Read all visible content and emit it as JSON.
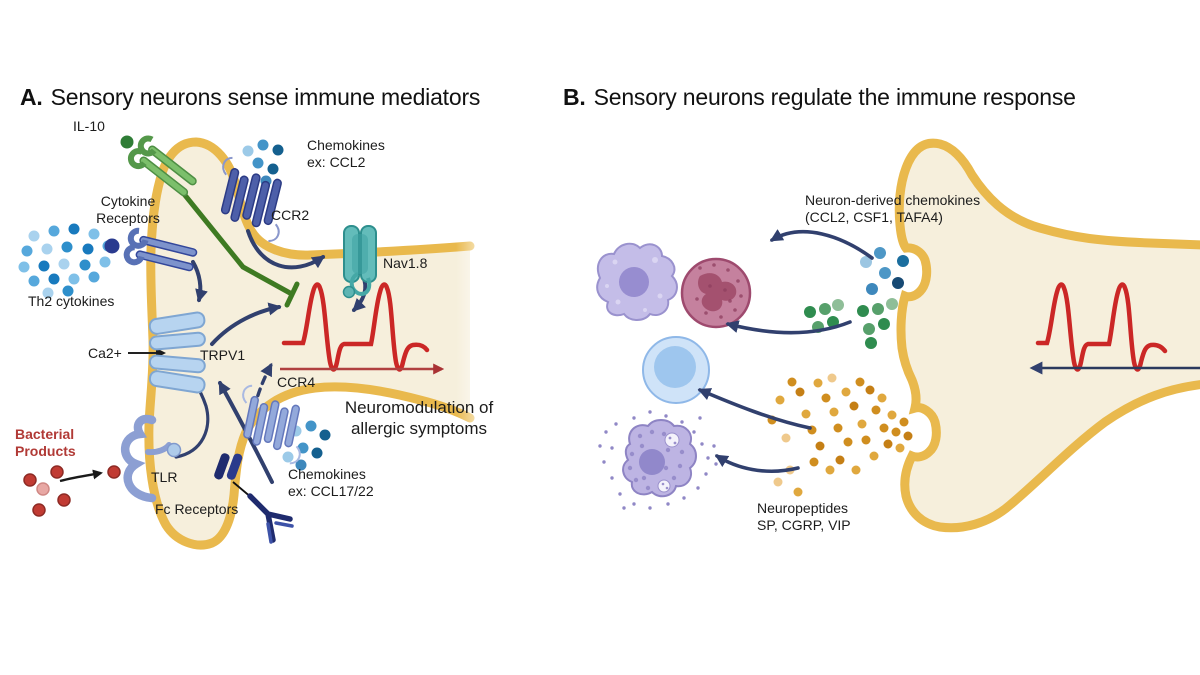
{
  "figure": {
    "panelA": {
      "prefix": "A.",
      "title": "Sensory neurons sense immune mediators",
      "labels": {
        "il10": "IL-10",
        "cytokineReceptors": "Cytokine\nReceptors",
        "th2Cytokines": "Th2 cytokines",
        "chemokinesCcl2": "Chemokines\nex: CCL2",
        "ccr2": "CCR2",
        "nav18": "Nav1.8",
        "ca2": "Ca2+",
        "trpv1": "TRPV1",
        "ccr4": "CCR4",
        "neuromodulation": "Neuromodulation of\nallergic symptoms",
        "chemokinesCcl17": "Chemokines\nex: CCL17/22",
        "bacterialProducts": "Bacterial\nProducts",
        "tlr": "TLR",
        "fcReceptors": "Fc Receptors"
      }
    },
    "panelB": {
      "prefix": "B.",
      "title": "Sensory neurons regulate the immune response",
      "labels": {
        "neuronChemokines": "Neuron-derived chemokines\n(CCL2, CSF1, TAFA4)",
        "neuropeptides": "Neuropeptides\nSP, CGRP, VIP"
      }
    },
    "colors": {
      "membrane": "#E9B94D",
      "cytoplasm": "#F6EFDC",
      "actionPotential": "#CB2726",
      "arrow": "#31406E",
      "inhibition": "#3E7A22",
      "bacterialText": "#B13A36"
    }
  }
}
